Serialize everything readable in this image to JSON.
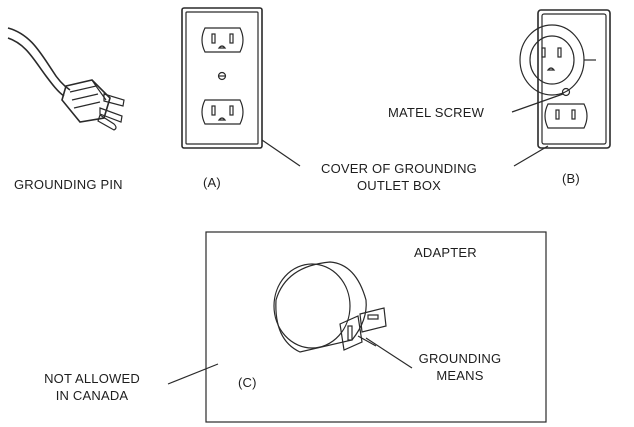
{
  "labels": {
    "grounding_pin": "GROUNDING PIN",
    "panel_a": "(A)",
    "cover_line1": "COVER OF GROUNDING",
    "cover_line2": "OUTLET BOX",
    "metal_screw": "MATEL SCREW",
    "panel_b": "(B)",
    "adapter": "ADAPTER",
    "grounding_means_line1": "GROUNDING",
    "grounding_means_line2": "MEANS",
    "panel_c": "(C)",
    "not_allowed_line1": "NOT ALLOWED",
    "not_allowed_line2": "IN CANADA"
  }
}
